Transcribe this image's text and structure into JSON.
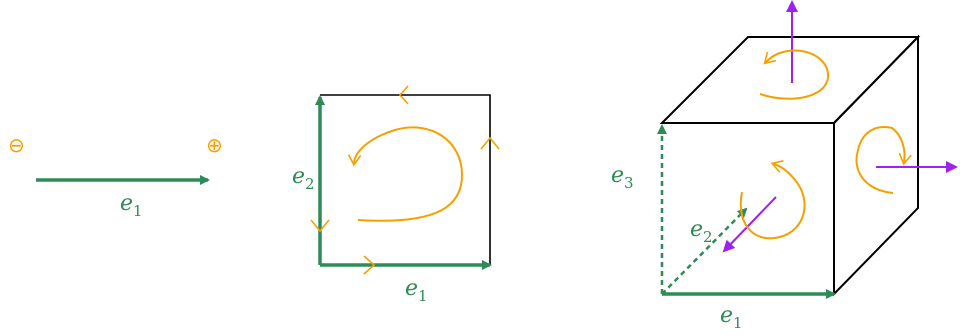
{
  "colors": {
    "basis_vector": "#2e8b57",
    "orientation": "#f5a000",
    "normal": "#a020f0",
    "outline": "#000000",
    "background": "#ffffff"
  },
  "panel_1d": {
    "minus_sign": "⊖",
    "plus_sign": "⊕",
    "vector_label": {
      "base": "e",
      "sub": "1"
    }
  },
  "panel_2d": {
    "vector_labels": [
      {
        "base": "e",
        "sub": "1"
      },
      {
        "base": "e",
        "sub": "2"
      }
    ]
  },
  "panel_3d": {
    "vector_labels": [
      {
        "base": "e",
        "sub": "1"
      },
      {
        "base": "e",
        "sub": "2"
      },
      {
        "base": "e",
        "sub": "3"
      }
    ]
  }
}
